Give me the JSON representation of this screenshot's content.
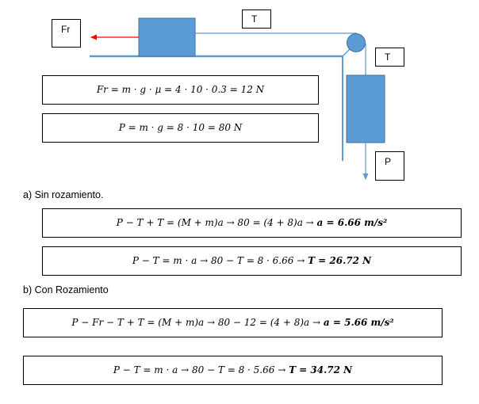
{
  "diagram": {
    "labels": {
      "friction": "Fr",
      "tension_top": "T",
      "tension_right": "T",
      "weight": "P"
    },
    "colors": {
      "block": "#5b9bd5",
      "line": "#5b9bd5",
      "friction_arrow": "#ff0000"
    }
  },
  "given": [
    "Fr = m · g · μ = 4 · 10 · 0.3 = 12 N",
    "P = m · g = 8 · 10 = 80 N"
  ],
  "section_a": {
    "title": "a) Sin rozamiento.",
    "equations": [
      {
        "expr": "P − T + T = (M + m)a → 80 = (4 + 8)a → ",
        "result": "a = 6.66 m/s²"
      },
      {
        "expr": "P − T = m · a → 80 − T = 8 · 6.66 → ",
        "result": "T = 26.72 N"
      }
    ]
  },
  "section_b": {
    "title": "b) Con Rozamiento",
    "equations": [
      {
        "expr": "P − Fr − T + T = (M + m)a → 80 − 12 = (4 + 8)a → ",
        "result": "a = 5.66 m/s²"
      },
      {
        "expr": "P − T = m · a → 80 − T = 8 · 5.66 → ",
        "result": "T = 34.72 N"
      }
    ]
  }
}
